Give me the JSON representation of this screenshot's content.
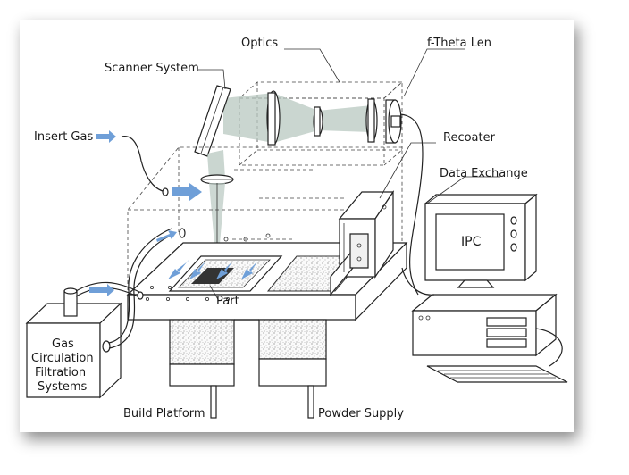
{
  "labels": {
    "optics": "Optics",
    "f_theta": "f-Theta Len",
    "scanner": "Scanner System",
    "insert_gas": "Insert Gas",
    "recoater": "Recoater",
    "data_exchange": "Data Exchange",
    "ipc": "IPC",
    "part": "Part",
    "gas_line1": "Gas",
    "gas_line2": "Circulation",
    "gas_line3": "Filtration",
    "gas_line4": "Systems",
    "build_platform": "Build Platform",
    "powder_supply": "Powder Supply"
  },
  "colors": {
    "gas_arrow": "#6f9fd8",
    "laser_beam": "#b8c8c0",
    "part_fill": "#333333"
  }
}
